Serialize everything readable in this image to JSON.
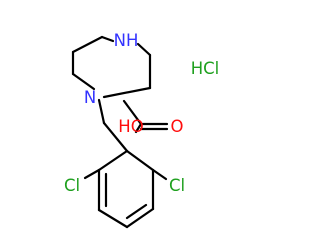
{
  "molecule": {
    "salt_label": "HCl",
    "atoms": {
      "nh": "NH",
      "n1": "N",
      "o_carbonyl": "O",
      "hydroxyl": "HO",
      "cl_left": "Cl",
      "cl_right": "Cl"
    },
    "colors": {
      "nitrogen": "#3333ff",
      "oxygen": "#ff0d0d",
      "chlorine": "#1fa01f",
      "carbon": "#000000"
    }
  }
}
